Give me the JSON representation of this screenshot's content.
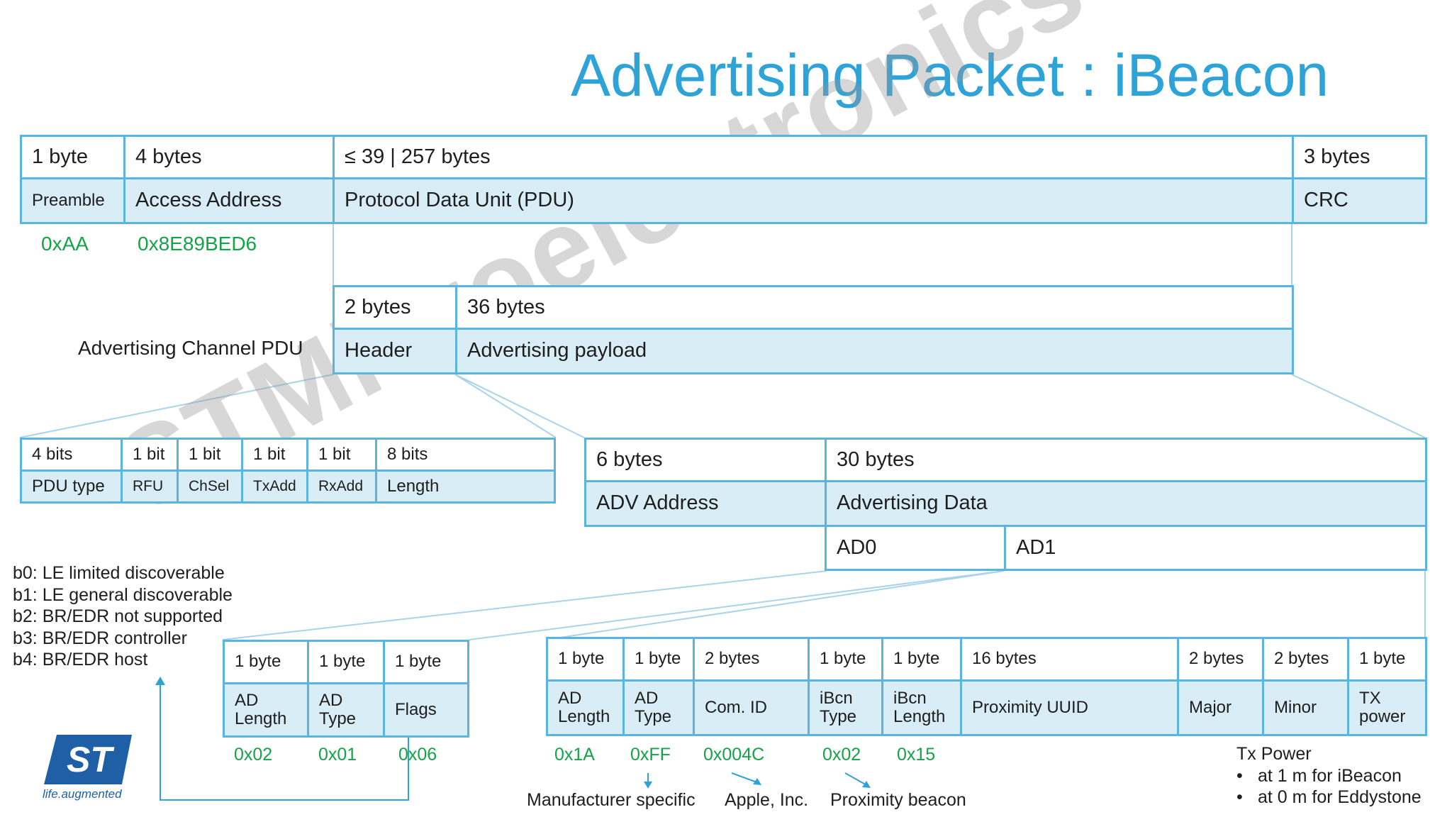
{
  "title": "Advertising Packet : iBeacon",
  "watermark": "STMicroelectronics",
  "packet": {
    "sizes": [
      "1 byte",
      "4 bytes",
      "≤ 39 | 257 bytes",
      "3 bytes"
    ],
    "fields": [
      "Preamble",
      "Access Address",
      "Protocol Data Unit (PDU)",
      "CRC"
    ],
    "values": [
      "0xAA",
      "0x8E89BED6"
    ]
  },
  "pdu": {
    "label": "Advertising Channel PDU",
    "sizes": [
      "2 bytes",
      "36 bytes"
    ],
    "fields": [
      "Header",
      "Advertising payload"
    ]
  },
  "header": {
    "sizes": [
      "4 bits",
      "1 bit",
      "1 bit",
      "1 bit",
      "1 bit",
      "8 bits"
    ],
    "fields": [
      "PDU type",
      "RFU",
      "ChSel",
      "TxAdd",
      "RxAdd",
      "Length"
    ]
  },
  "payload": {
    "sizes": [
      "6 bytes",
      "30 bytes"
    ],
    "fields": [
      "ADV Address",
      "Advertising Data"
    ],
    "ad": [
      "AD0",
      "AD1"
    ]
  },
  "flags_notes": [
    "b0: LE limited discoverable",
    "b1: LE general discoverable",
    "b2: BR/EDR not supported",
    "b3: BR/EDR controller",
    "b4: BR/EDR host"
  ],
  "ad0": {
    "sizes": [
      "1 byte",
      "1 byte",
      "1 byte"
    ],
    "fields": [
      [
        "AD",
        "Length"
      ],
      [
        "AD",
        "Type"
      ],
      [
        "Flags"
      ]
    ],
    "values": [
      "0x02",
      "0x01",
      "0x06"
    ]
  },
  "ad1": {
    "sizes": [
      "1 byte",
      "1 byte",
      "2 bytes",
      "1 byte",
      "1 byte",
      "16 bytes",
      "2 bytes",
      "2 bytes",
      "1 byte"
    ],
    "fields": [
      [
        "AD",
        "Length"
      ],
      [
        "AD",
        "Type"
      ],
      [
        "Com. ID"
      ],
      [
        "iBcn",
        "Type"
      ],
      [
        "iBcn",
        "Length"
      ],
      [
        "Proximity UUID"
      ],
      [
        "Major"
      ],
      [
        "Minor"
      ],
      [
        "TX",
        "power"
      ]
    ],
    "values": [
      "0x1A",
      "0xFF",
      "0x004C",
      "0x02",
      "0x15"
    ],
    "annotations": [
      "Manufacturer specific",
      "Apple, Inc.",
      "Proximity beacon"
    ]
  },
  "tx_power": {
    "title": "Tx Power",
    "bullets": [
      "at 1 m for iBeacon",
      "at 0 m for Eddystone"
    ]
  },
  "logo": {
    "text": "ST",
    "tagline": "life.augmented",
    "color": "#1f5fa6"
  },
  "colors": {
    "title": "#2ea3d8",
    "border": "#5ab4e0",
    "fill": "#d9edf7",
    "value": "#15a348"
  }
}
